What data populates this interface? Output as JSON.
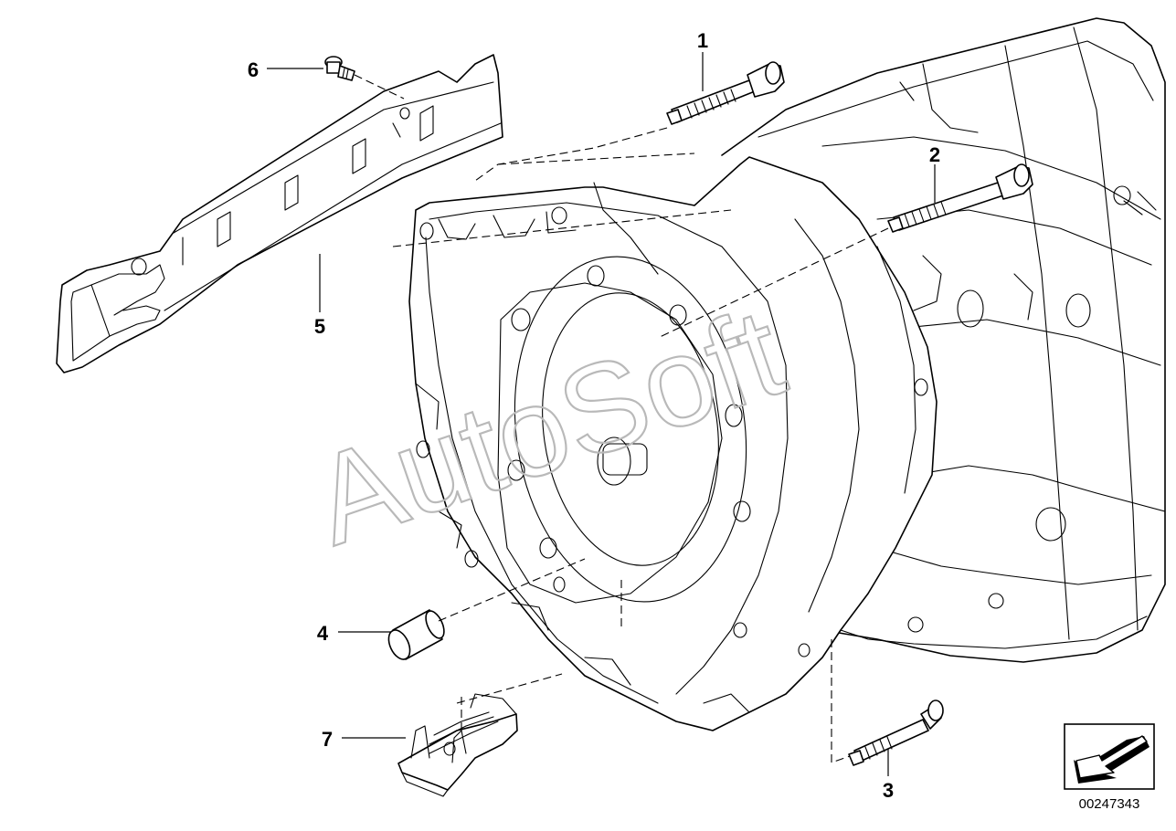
{
  "callouts": [
    {
      "id": "1",
      "label": "1"
    },
    {
      "id": "2",
      "label": "2"
    },
    {
      "id": "3",
      "label": "3"
    },
    {
      "id": "4",
      "label": "4"
    },
    {
      "id": "5",
      "label": "5"
    },
    {
      "id": "6",
      "label": "6"
    },
    {
      "id": "7",
      "label": "7"
    }
  ],
  "watermark": "AutoSoft",
  "document_number": "00247343",
  "icons": {
    "direction": "arrow-icon"
  },
  "colors": {
    "line": "#000000",
    "background": "#ffffff",
    "watermark": "#b9b9b9"
  }
}
